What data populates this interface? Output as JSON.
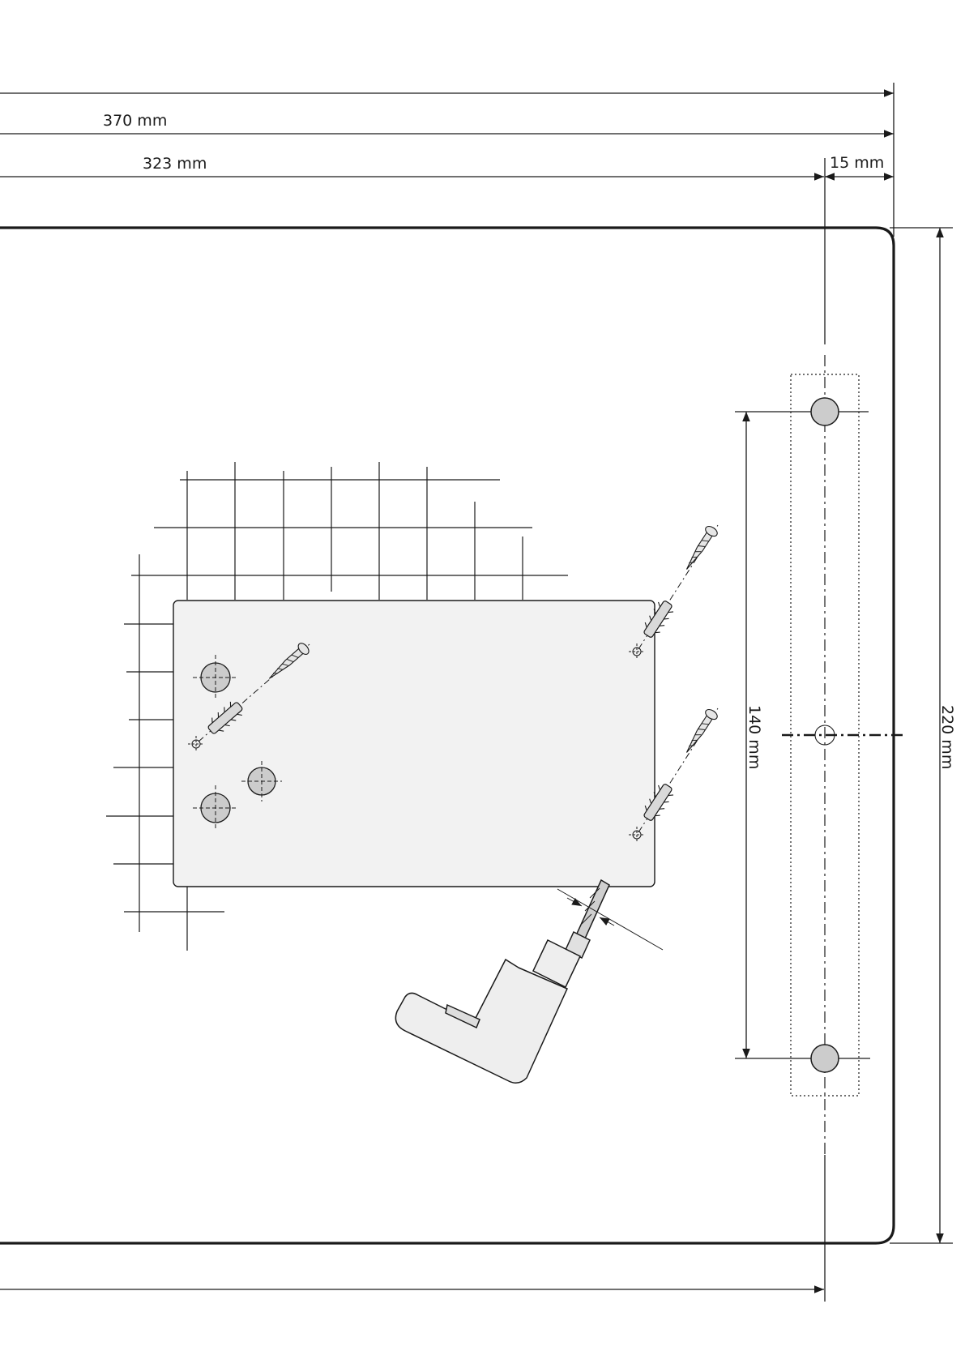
{
  "diagram": {
    "dimensions": {
      "overall_width": "370 mm",
      "bracket_offset": "323 mm",
      "edge_margin": "15 mm",
      "hole_spacing": "140 mm",
      "overall_height": "220 mm"
    },
    "illustration_parts": [
      "template-sheet-icon",
      "wall-grid-icon",
      "screw-icon",
      "wall-plug-icon",
      "drill-icon",
      "mounting-bracket-icon"
    ],
    "colors": {
      "line": "#1a1a1a",
      "hole_fill": "#cccccc",
      "template_fill": "#f2f2f2",
      "drill_fill": "#eeeeee"
    }
  }
}
